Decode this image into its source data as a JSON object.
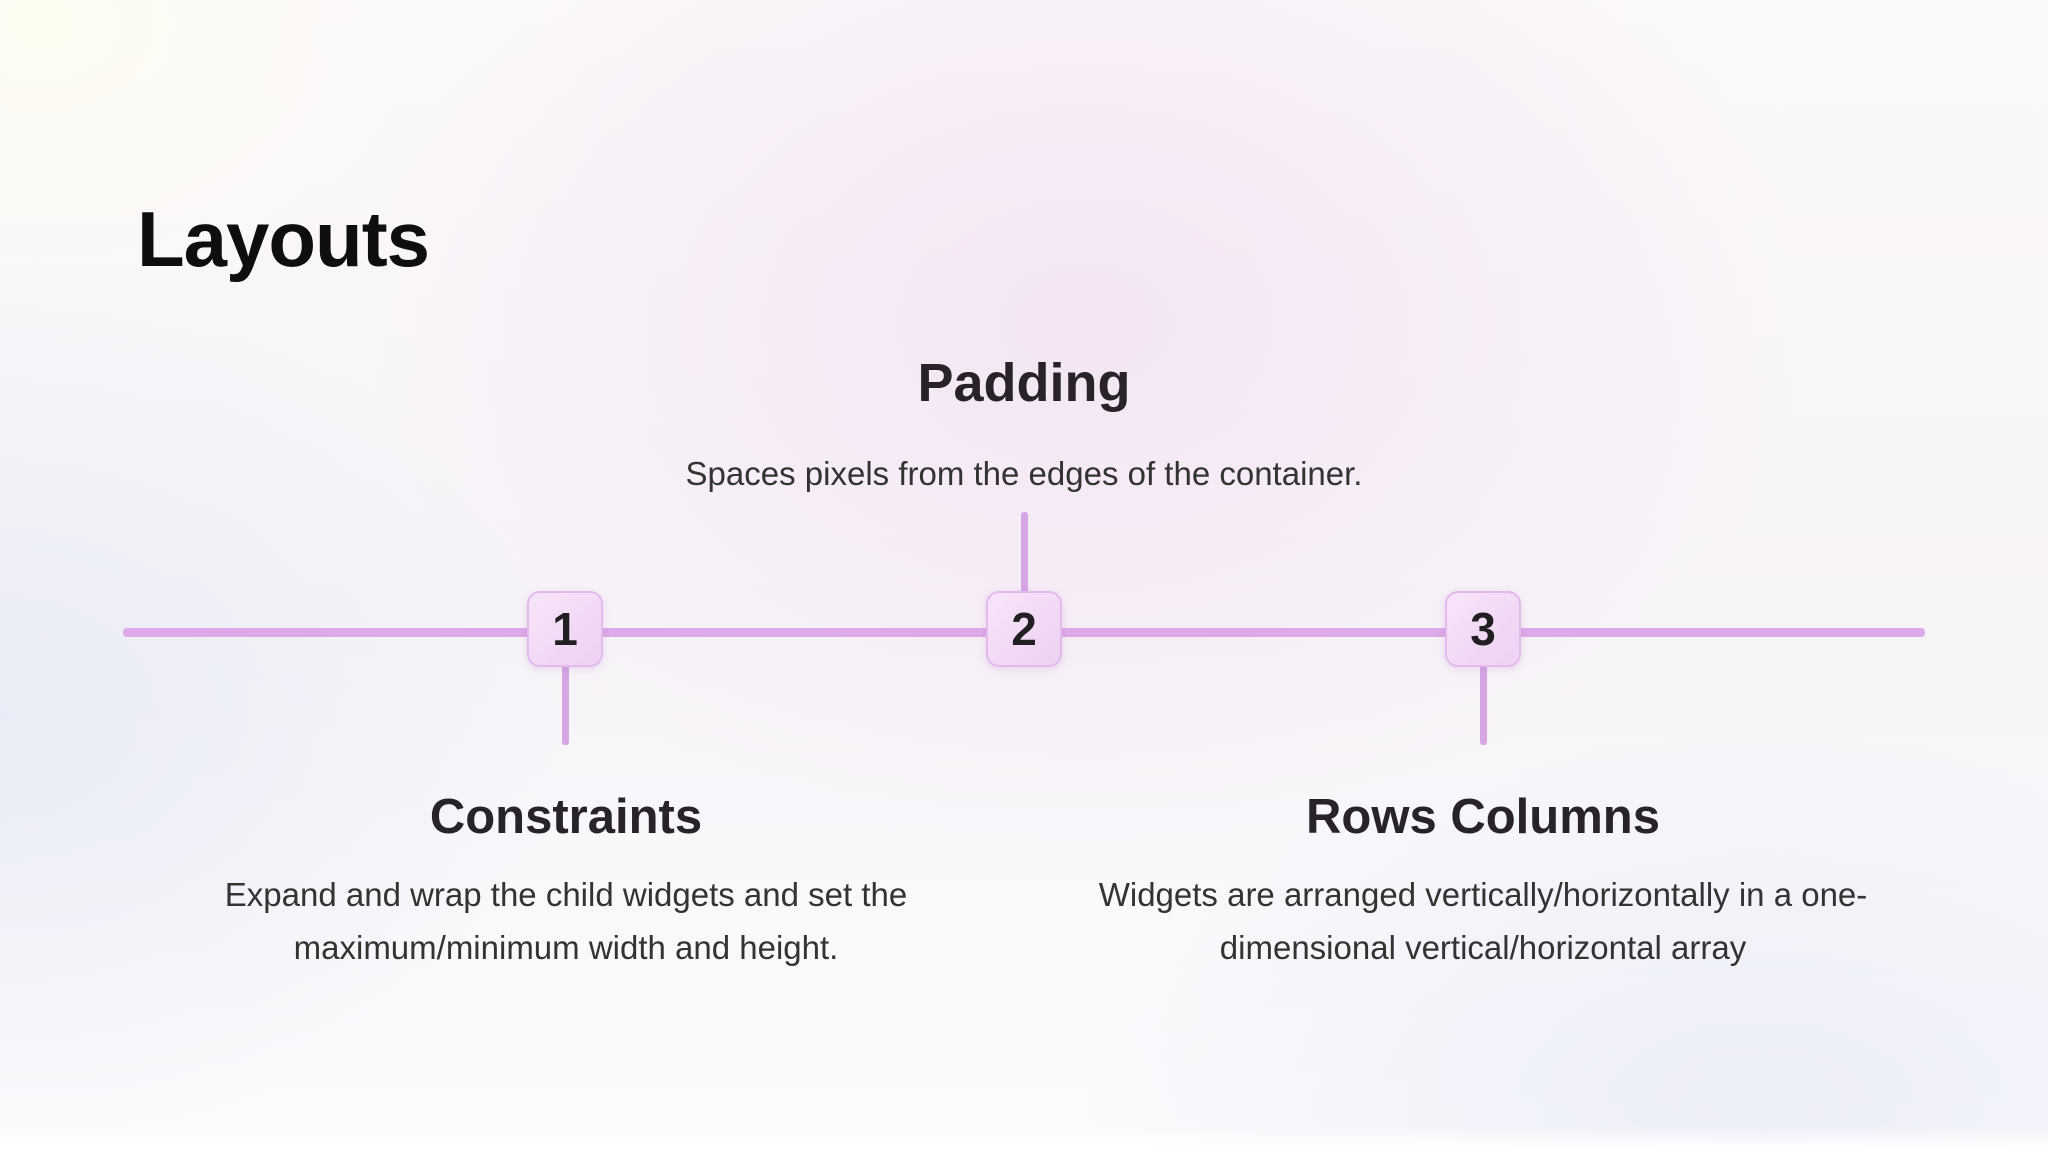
{
  "page": {
    "title": "Layouts",
    "background_tints": {
      "pink_glow": "#f3e2f3",
      "blue_glow": "#e4e9f5",
      "warm_white": "#fdfcf0"
    }
  },
  "timeline": {
    "colors": {
      "line": "#dcaae8",
      "connector": "#d4a6e3",
      "box_fill": "#f1d9f5",
      "box_border": "#e4baed",
      "number_text": "#221f23",
      "heading_text": "#272329",
      "body_text": "#333333"
    },
    "steps": [
      {
        "number": "1",
        "label": "Constraints",
        "description": "Expand and wrap the child widgets and set the maximum/minimum width and height.",
        "label_position": "below"
      },
      {
        "number": "2",
        "label": "Padding",
        "description": "Spaces pixels from the edges of the container.",
        "label_position": "above"
      },
      {
        "number": "3",
        "label": "Rows Columns",
        "description": "Widgets are arranged vertically/horizontally in a one-dimensional vertical/horizontal array",
        "label_position": "below"
      }
    ]
  }
}
